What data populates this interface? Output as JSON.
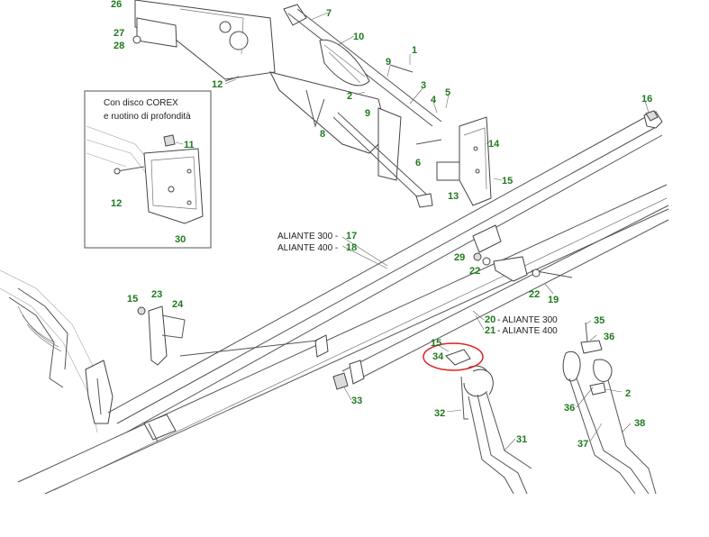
{
  "inset": {
    "title_line1": "Con disco COREX",
    "title_line2": "e ruotino di profondità"
  },
  "variants": {
    "beam_300": "ALIANTE 300 -",
    "beam_300_num": "17",
    "beam_400": "ALIANTE 400 -",
    "beam_400_num": "18",
    "bar_300_num": "20",
    "bar_300": "- ALIANTE 300",
    "bar_400_num": "21",
    "bar_400": "- ALIANTE 400"
  },
  "highlight": {
    "color": "#e02020",
    "part": "34"
  },
  "colors": {
    "part_number": "#1e7a1e",
    "lines": "#555555"
  },
  "labels": {
    "p26": "26",
    "p27": "27",
    "p28": "28",
    "p7": "7",
    "p10": "10",
    "p1": "1",
    "p9a": "9",
    "p12a": "12",
    "p2a": "2",
    "p9b": "9",
    "p3": "3",
    "p4": "4",
    "p5": "5",
    "p8": "8",
    "p16": "16",
    "p11": "11",
    "p12b": "12",
    "p30": "30",
    "p6": "6",
    "p14": "14",
    "p13": "13",
    "p15a": "15",
    "p29": "29",
    "p22a": "22",
    "p22b": "22",
    "p19": "19",
    "p15b": "15",
    "p23": "23",
    "p24": "24",
    "p35": "35",
    "p36a": "36",
    "p15c": "15",
    "p34": "34",
    "p33": "33",
    "p2b": "2",
    "p36b": "36",
    "p32": "32",
    "p31": "31",
    "p38": "38",
    "p37": "37"
  }
}
